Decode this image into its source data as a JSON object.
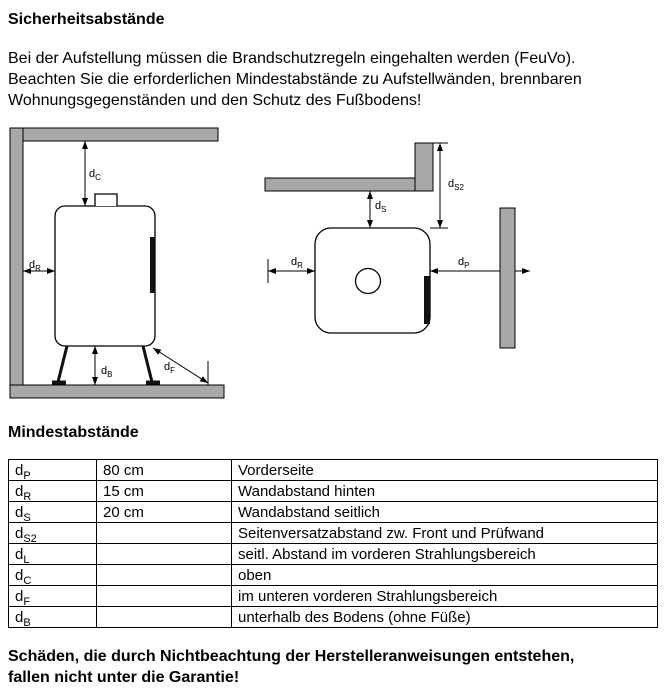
{
  "page": {
    "title": "Sicherheitsabstände",
    "intro_lines": [
      "Bei der Aufstellung müssen die Brandschutzregeln eingehalten werden (FeuVo).",
      "Beachten Sie die erforderlichen Mindestabstände zu Aufstellwänden, brennbaren",
      "Wohnungsgegenständen und den Schutz des Fußbodens!"
    ],
    "section_title": "Mindestabstände",
    "warning_lines": [
      "Schäden, die durch Nichtbeachtung der Herstelleranweisungen entstehen,",
      "fallen nicht unter die Garantie!"
    ]
  },
  "diagram": {
    "wall_color": "#a8a8a8",
    "labels": {
      "dc": {
        "sym": "d",
        "sub": "C"
      },
      "dr": {
        "sym": "d",
        "sub": "R"
      },
      "db": {
        "sym": "d",
        "sub": "B"
      },
      "df": {
        "sym": "d",
        "sub": "F"
      },
      "ds": {
        "sym": "d",
        "sub": "S"
      },
      "ds2": {
        "sym": "d",
        "sub": "S2"
      },
      "dp": {
        "sym": "d",
        "sub": "P"
      }
    }
  },
  "table": {
    "rows": [
      {
        "sym": "d",
        "sub": "P",
        "value": "80 cm",
        "desc": "Vorderseite"
      },
      {
        "sym": "d",
        "sub": "R",
        "value": "15 cm",
        "desc": "Wandabstand hinten"
      },
      {
        "sym": "d",
        "sub": "S",
        "value": "20 cm",
        "desc": "Wandabstand seitlich"
      },
      {
        "sym": "d",
        "sub": "S2",
        "value": "",
        "desc": "Seitenversatzabstand zw. Front und Prüfwand"
      },
      {
        "sym": "d",
        "sub": "L",
        "value": "",
        "desc": "seitl. Abstand im vorderen Strahlungsbereich"
      },
      {
        "sym": "d",
        "sub": "C",
        "value": "",
        "desc": "oben"
      },
      {
        "sym": "d",
        "sub": "F",
        "value": "",
        "desc": "im unteren vorderen Strahlungsbereich"
      },
      {
        "sym": "d",
        "sub": "B",
        "value": "",
        "desc": "unterhalb des Bodens (ohne Füße)"
      }
    ]
  }
}
